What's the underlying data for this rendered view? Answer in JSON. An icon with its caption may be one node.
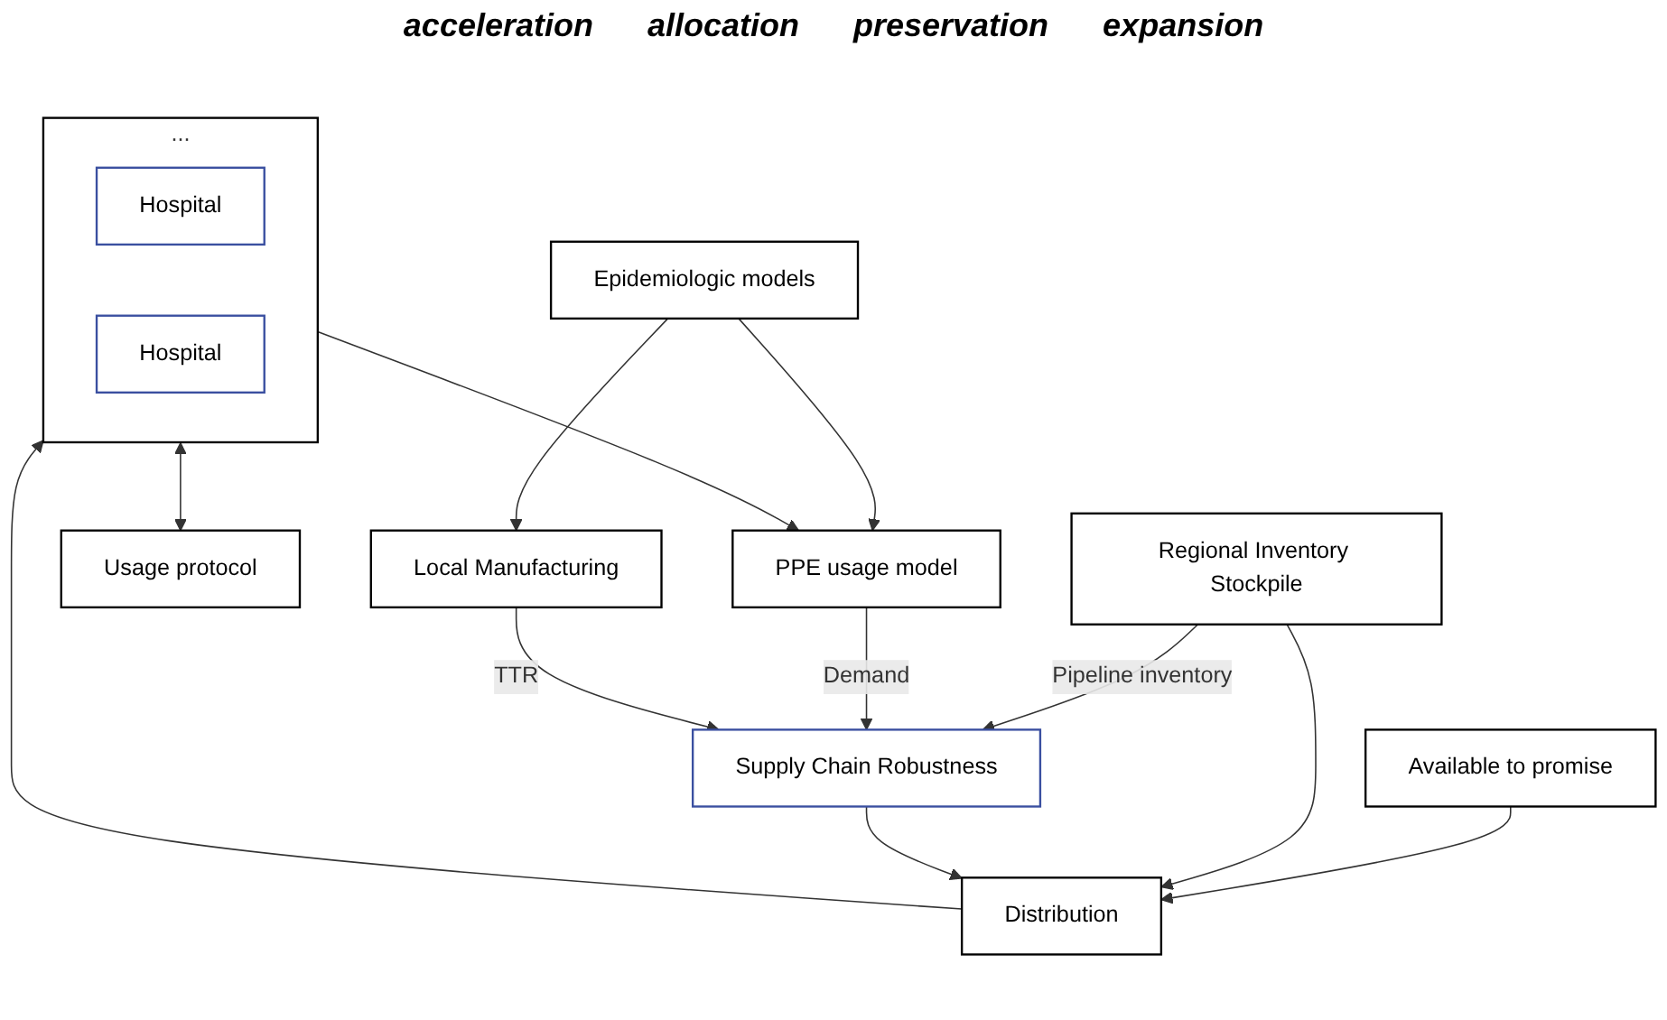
{
  "diagram": {
    "nodes": [
      {
        "text": [
          "Available to promise"
        ]
      },
      {
        "text": [
          "Regional Inventory Stockpile"
        ]
      },
      {
        "text": [
          "Distribution"
        ]
      },
      {
        "text": [
          "..."
        ]
      },
      {
        "text": [
          "Hospital"
        ],
        "in": 3
      },
      {
        "text": [
          "Hospital"
        ],
        "in": 3
      },
      {
        "text": [
          "Usage protocol"
        ]
      },
      {
        "text": [
          "Supply Chain Robustness"
        ]
      },
      {
        "text": [
          "PPE usage model"
        ]
      },
      {
        "text": [
          "Local Manufacturing"
        ]
      },
      {
        "text": [
          "Epidemiologic models"
        ]
      }
    ],
    "edges": [
      {
        "from": 0,
        "to": 2,
        "arrow": "to"
      },
      {
        "from": 1,
        "to": 2,
        "arrow": "to"
      },
      {
        "from": 1,
        "to": 7,
        "arrow": "to",
        "label": "Pipeline inventory"
      },
      {
        "from": 2,
        "to": 3,
        "arrow": "to"
      },
      {
        "from": 3,
        "to": 6,
        "arrow": "both"
      },
      {
        "from": 3,
        "to": 8,
        "arrow": "to"
      },
      {
        "from": 8,
        "to": 7,
        "arrow": "to",
        "label": "Demand"
      },
      {
        "from": 7,
        "to": 2,
        "arrow": "to"
      },
      {
        "from": 9,
        "to": 7,
        "arrow": "to",
        "label": "TTR"
      },
      {
        "from": 10,
        "to": 9,
        "arrow": "to"
      },
      {
        "from": 10,
        "to": 8,
        "arrow": "to"
      }
    ],
    "labels": [
      "acceleration",
      "allocation",
      "preservation",
      "expansion"
    ]
  }
}
